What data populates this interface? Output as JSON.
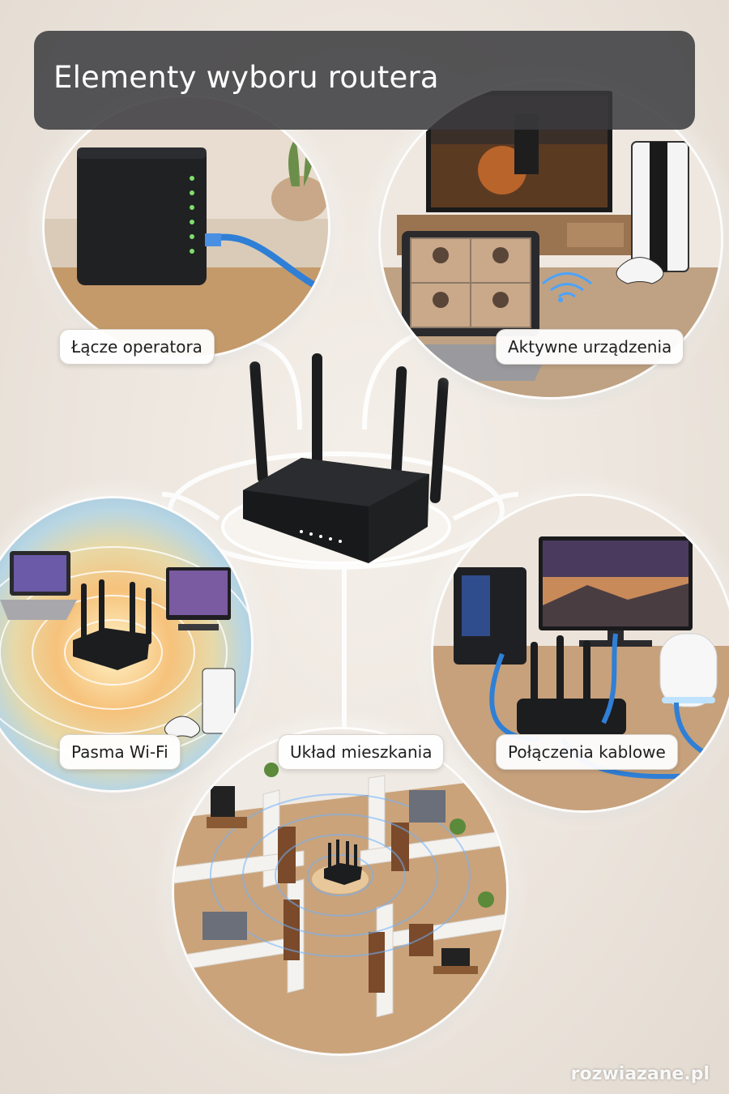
{
  "title": "Elementy wyboru routera",
  "labels": {
    "operator": "Łącze operatora",
    "devices": "Aktywne urządzenia",
    "wifi_bands": "Pasma Wi-Fi",
    "layout": "Układ mieszkania",
    "wired": "Połączenia kablowe"
  },
  "watermark": "rozwiazane.pl",
  "colors": {
    "title_bg": "#3a3a3e",
    "cable_blue": "#2f7fd6",
    "router_black": "#1e1f21",
    "led_green": "#7ee06a"
  },
  "icons": {
    "central": "router-icon",
    "operator": "modem-icon",
    "devices": "wifi-icon",
    "wifi_bands": "signal-waves-icon",
    "layout": "floor-plan-icon",
    "wired": "ethernet-cable-icon"
  }
}
